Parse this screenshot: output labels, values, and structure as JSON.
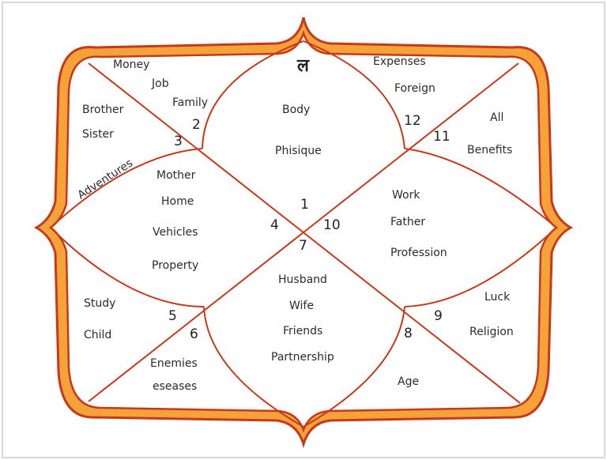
{
  "colors": {
    "frame_outer": "#c8381a",
    "frame_fill": "#f6a23a",
    "line": "#c8381a",
    "border": "#c9c9c9"
  },
  "lagna_symbol": "ल",
  "houses": [
    {
      "number": "1",
      "labels": [
        "Body",
        "Phisique"
      ]
    },
    {
      "number": "2",
      "labels": [
        "Money",
        "Job",
        "Family"
      ]
    },
    {
      "number": "3",
      "labels": [
        "Brother",
        "Sister",
        "Adventures"
      ]
    },
    {
      "number": "4",
      "labels": [
        "Mother",
        "Home",
        "Vehicles",
        "Property"
      ]
    },
    {
      "number": "5",
      "labels": [
        "Study",
        "Child"
      ]
    },
    {
      "number": "6",
      "labels": [
        "Enemies",
        "eseases"
      ]
    },
    {
      "number": "7",
      "labels": [
        "Husband",
        "Wife",
        "Friends",
        "Partnership"
      ]
    },
    {
      "number": "8",
      "labels": [
        "Age"
      ]
    },
    {
      "number": "9",
      "labels": [
        "Luck",
        "Religion"
      ]
    },
    {
      "number": "10",
      "labels": [
        "Work",
        "Father",
        "Profession"
      ]
    },
    {
      "number": "11",
      "labels": [
        "All",
        "Benefits"
      ]
    },
    {
      "number": "12",
      "labels": [
        "Expenses",
        "Foreign"
      ]
    }
  ]
}
